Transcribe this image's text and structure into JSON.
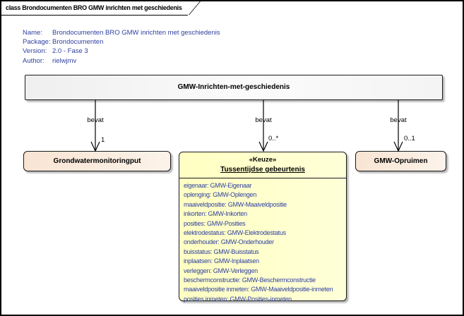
{
  "colors": {
    "text_blue": "#3040A0",
    "box_yellow": "#FFFFC2",
    "box_peach": "#F8E4D3",
    "box_gray_gradient": "#EFEFEF",
    "line_black": "#000000"
  },
  "tab": {
    "title": "class Brondocumenten BRO GMW inrichten met geschiedenis"
  },
  "metadata": {
    "rows": [
      {
        "label": "Name:",
        "value": "Brondocumenten BRO GMW inrichten met geschiedenis"
      },
      {
        "label": "Package:",
        "value": "Brondocumenten"
      },
      {
        "label": "Version:",
        "value": "2.0 - Fase 3"
      },
      {
        "label": "Author:",
        "value": "rielwjmv"
      }
    ]
  },
  "root_box": {
    "label": "GMW-Inrichten-met-geschiedenis"
  },
  "connectors": [
    {
      "label": "bevat",
      "multiplicity": "1"
    },
    {
      "label": "bevat",
      "multiplicity": "0..*"
    },
    {
      "label": "bevat",
      "multiplicity": "0..1"
    }
  ],
  "boxes": {
    "left": {
      "label": "Grondwatermonitoringput"
    },
    "right": {
      "label": "GMW-Opruimen"
    },
    "middle": {
      "stereotype": "«Keuze»",
      "title": "Tussentijdse gebeurtenis",
      "attributes": [
        "eigenaar: GMW-Eigenaar",
        "oplenging: GMW-Oplengen",
        "maaiveldpositie: GMW-Maaiveldpositie",
        "inkorten: GMW-Inkorten",
        "posities: GMW-Posities",
        "elektrodestatus: GMW-Elektrodestatus",
        "onderhouder: GMW-Onderhouder",
        "buisstatus: GMW-Buisstatus",
        "inplaatsen: GMW-Inplaatsen",
        "verleggen: GMW-Verleggen",
        "beschermconstructie: GMW-Beschermconstructie",
        "maaiveldpositie inmeten: GMW-Maaiveldpositie-inmeten",
        "posities inmeten: GMW-Posities-inmeten"
      ]
    }
  }
}
